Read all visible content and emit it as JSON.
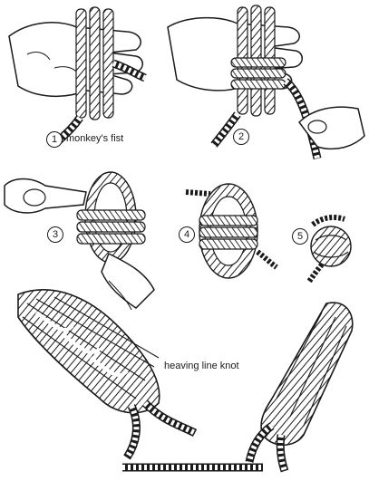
{
  "steps": [
    {
      "number": "1",
      "caption": "monkey's fist"
    },
    {
      "number": "2"
    },
    {
      "number": "3"
    },
    {
      "number": "4"
    },
    {
      "number": "5"
    }
  ],
  "bottom_caption": "heaving line knot",
  "colors": {
    "ink": "#1a1a1a",
    "paper": "#ffffff"
  }
}
